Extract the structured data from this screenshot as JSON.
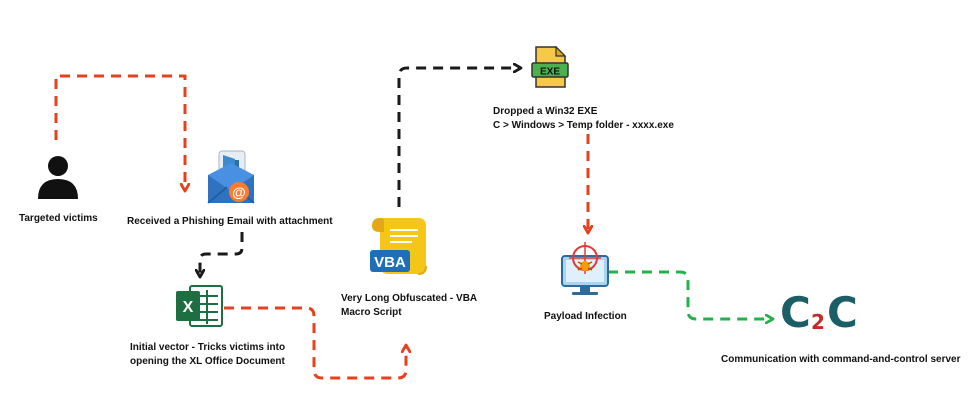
{
  "nodes": {
    "victims": {
      "label": "Targeted victims",
      "icon": "person-icon"
    },
    "email": {
      "label": "Received a Phishing Email with attachment",
      "icon": "phishing-email-icon"
    },
    "excel": {
      "label_line1": "Initial vector - Tricks victims into",
      "label_line2": "opening the XL Office Document",
      "icon": "excel-icon",
      "icon_text": "X"
    },
    "vba": {
      "label_line1": "Very Long Obfuscated - VBA",
      "label_line2": "Macro Script",
      "icon": "vba-scroll-icon",
      "icon_text": "VBA"
    },
    "exe": {
      "label_line1": "Dropped a Win32 EXE",
      "label_line2": "C > Windows > Temp folder - xxxx.exe",
      "icon": "exe-file-icon",
      "icon_text": "EXE"
    },
    "payload": {
      "label": "Payload Infection",
      "icon": "infected-computer-icon"
    },
    "c2": {
      "label": "Communication with command-and-control server",
      "icon": "c2c-logo-icon",
      "icon_text_c1": "C",
      "icon_text_2": "2",
      "icon_text_c2": "C"
    }
  },
  "colors": {
    "red_arrow": "#e8401c",
    "black_arrow": "#1a1a1a",
    "green_arrow": "#22b14c",
    "excel_green": "#1d6f42",
    "vba_blue": "#1e6fb8",
    "scroll_yellow": "#f5c518",
    "exe_green": "#4caf50",
    "c2_teal": "#1b5e66",
    "c2_red": "#c62828"
  }
}
